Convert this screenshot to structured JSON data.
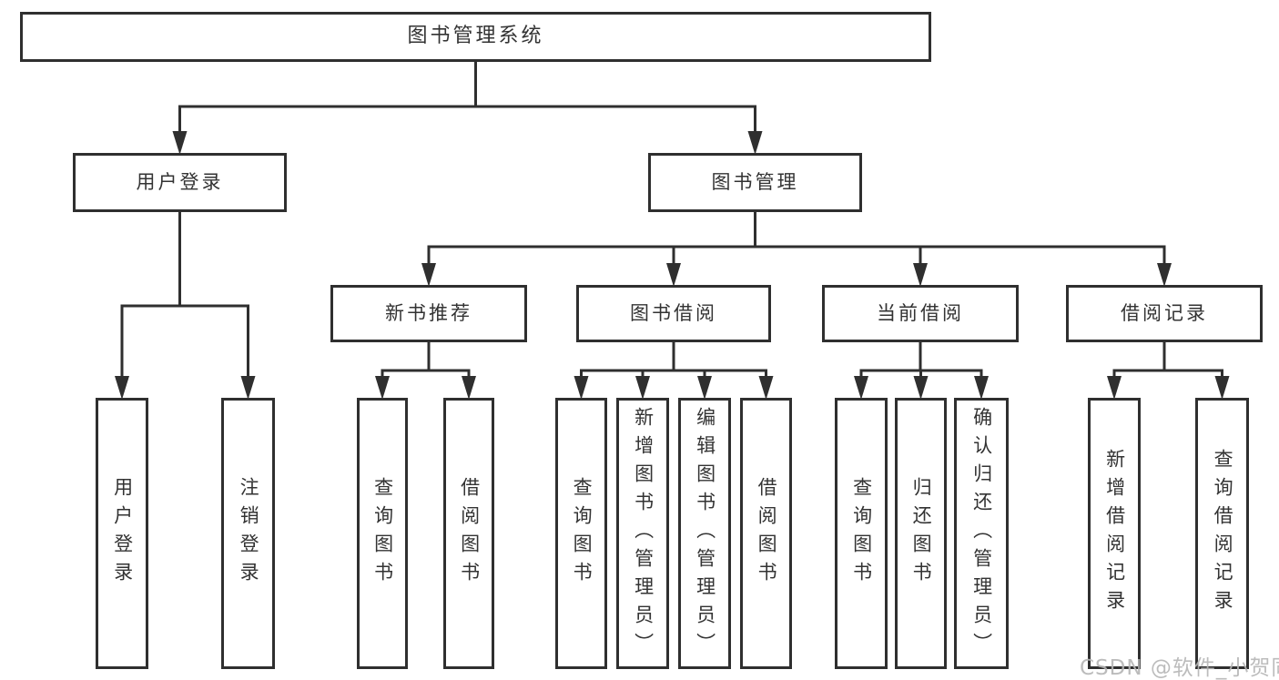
{
  "diagram": {
    "watermark": "CSDN @软件_小贺同学"
  },
  "colors": {
    "line": "#2f2f2f",
    "text": "#333333",
    "watermark": "#b5b5b5",
    "background": "#ffffff"
  },
  "tree": {
    "id": "library-system",
    "label": "图书管理系统",
    "children": [
      {
        "id": "user-login",
        "label": "用户登录",
        "children": [
          {
            "id": "user-login-leaf",
            "label": "用户登录"
          },
          {
            "id": "logout-leaf",
            "label": "注销登录"
          }
        ]
      },
      {
        "id": "book-management",
        "label": "图书管理",
        "children": [
          {
            "id": "new-book-recommend",
            "label": "新书推荐",
            "children": [
              {
                "id": "nbr-query-books",
                "label": "查询图书"
              },
              {
                "id": "nbr-borrow-books",
                "label": "借阅图书"
              }
            ]
          },
          {
            "id": "book-borrowing",
            "label": "图书借阅",
            "children": [
              {
                "id": "bb-query-books",
                "label": "查询图书"
              },
              {
                "id": "bb-add-books-admin",
                "label": "新增图书（管理员）"
              },
              {
                "id": "bb-edit-books-admin",
                "label": "编辑图书（管理员）"
              },
              {
                "id": "bb-borrow-books",
                "label": "借阅图书"
              }
            ]
          },
          {
            "id": "current-borrowing",
            "label": "当前借阅",
            "children": [
              {
                "id": "cb-query-books",
                "label": "查询图书"
              },
              {
                "id": "cb-return-books",
                "label": "归还图书"
              },
              {
                "id": "cb-confirm-return-admin",
                "label": "确认归还（管理员）"
              }
            ]
          },
          {
            "id": "borrowing-records",
            "label": "借阅记录",
            "children": [
              {
                "id": "br-add-record",
                "label": "新增借阅记录"
              },
              {
                "id": "br-query-record",
                "label": "查询借阅记录"
              }
            ]
          }
        ]
      }
    ]
  }
}
